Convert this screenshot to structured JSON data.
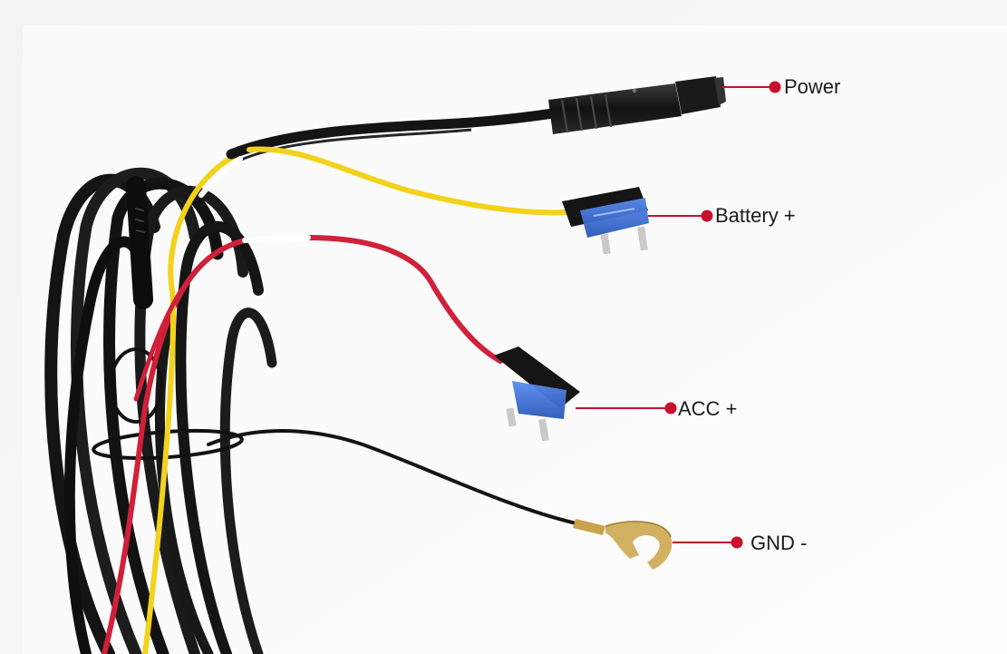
{
  "diagram": {
    "callouts": [
      {
        "id": "power",
        "label": "Power"
      },
      {
        "id": "battery",
        "label": "Battery +"
      },
      {
        "id": "acc",
        "label": "ACC +"
      },
      {
        "id": "gnd",
        "label": "GND -"
      }
    ],
    "colors": {
      "callout_line": "#c8102e",
      "callout_dot": "#c8102e",
      "wire_black": "#161616",
      "wire_yellow": "#f2d21b",
      "wire_red": "#d0203a",
      "fuse_blue": "#3b6fd6",
      "terminal_gold": "#c9a24a",
      "background": "#f6f6f6"
    },
    "icons": [
      "barrel-connector-icon",
      "add-a-fuse-tap-icon",
      "fork-terminal-icon"
    ]
  }
}
